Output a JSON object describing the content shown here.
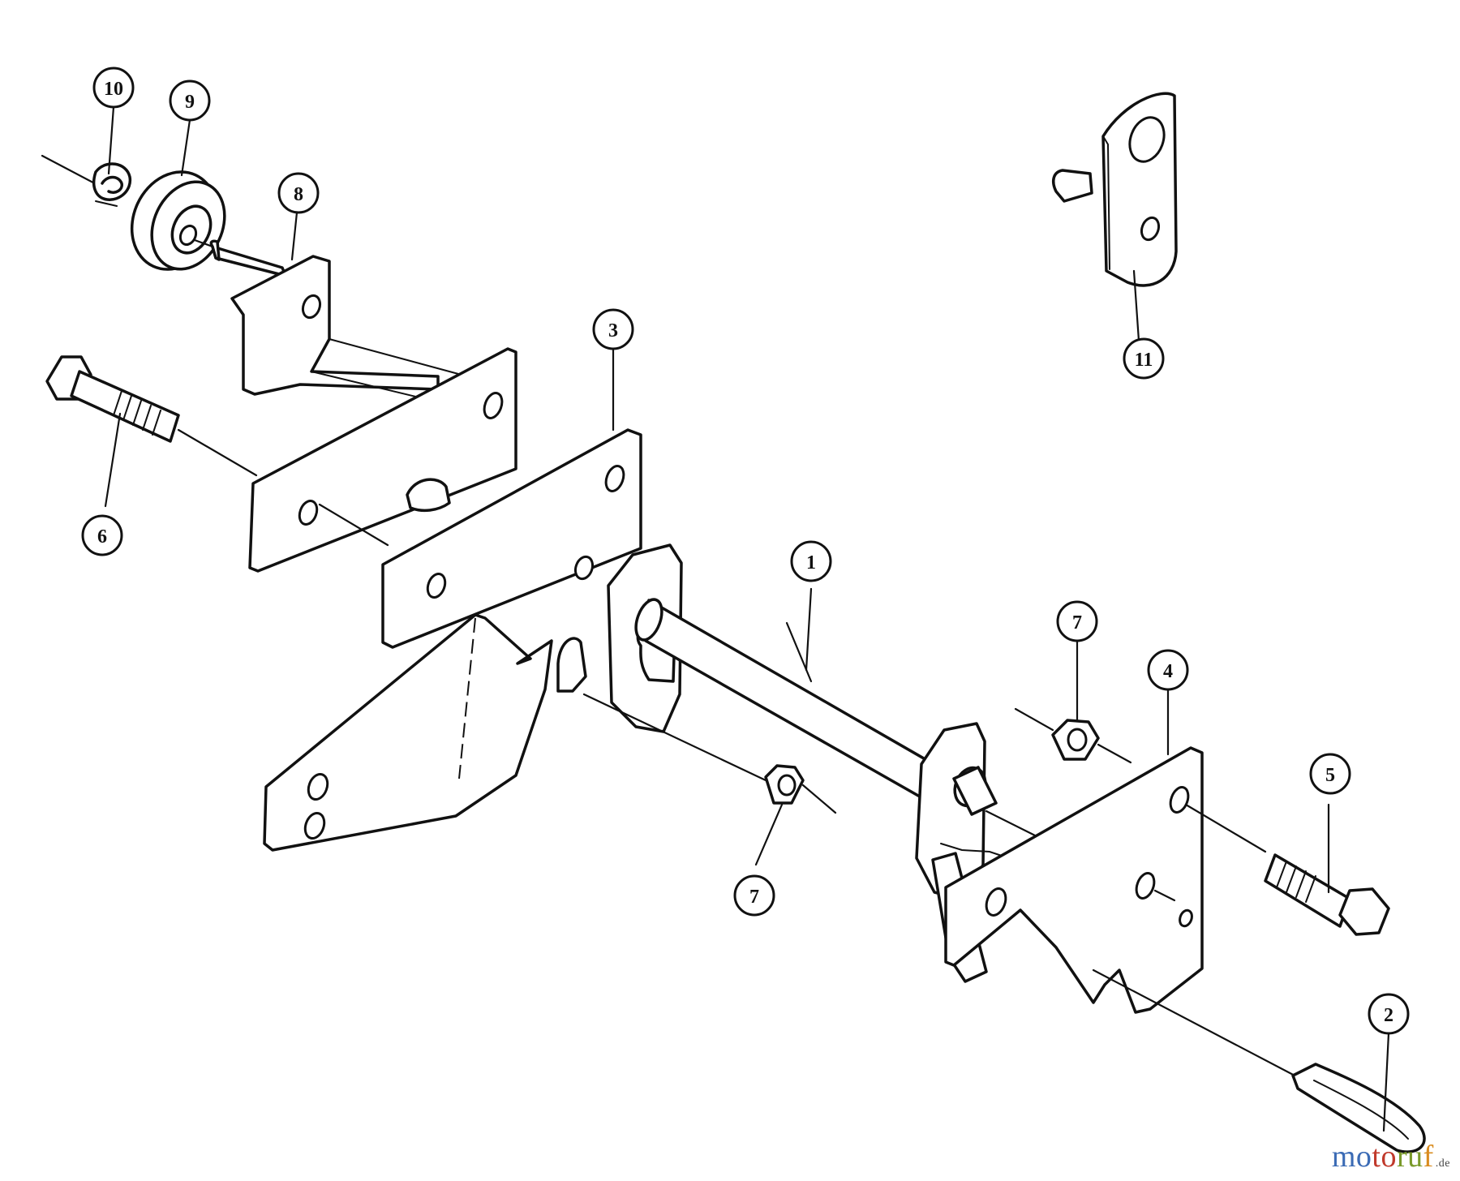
{
  "callouts": [
    {
      "id": "1",
      "label": "1"
    },
    {
      "id": "2",
      "label": "2"
    },
    {
      "id": "3",
      "label": "3"
    },
    {
      "id": "4",
      "label": "4"
    },
    {
      "id": "5",
      "label": "5"
    },
    {
      "id": "6",
      "label": "6"
    },
    {
      "id": "7a",
      "label": "7"
    },
    {
      "id": "7b",
      "label": "7"
    },
    {
      "id": "8",
      "label": "8"
    },
    {
      "id": "9",
      "label": "9"
    },
    {
      "id": "10",
      "label": "10"
    },
    {
      "id": "11",
      "label": "11"
    }
  ],
  "watermark": {
    "part1": "mo",
    "part2": "to",
    "part3": "ru",
    "part4": "f",
    "suffix": ".de"
  },
  "colors": {
    "ink": "#111111",
    "brand_blue": "#3b6bb5",
    "brand_red": "#c0392b",
    "brand_green": "#7a9a2a",
    "brand_orange": "#d98c1f"
  }
}
